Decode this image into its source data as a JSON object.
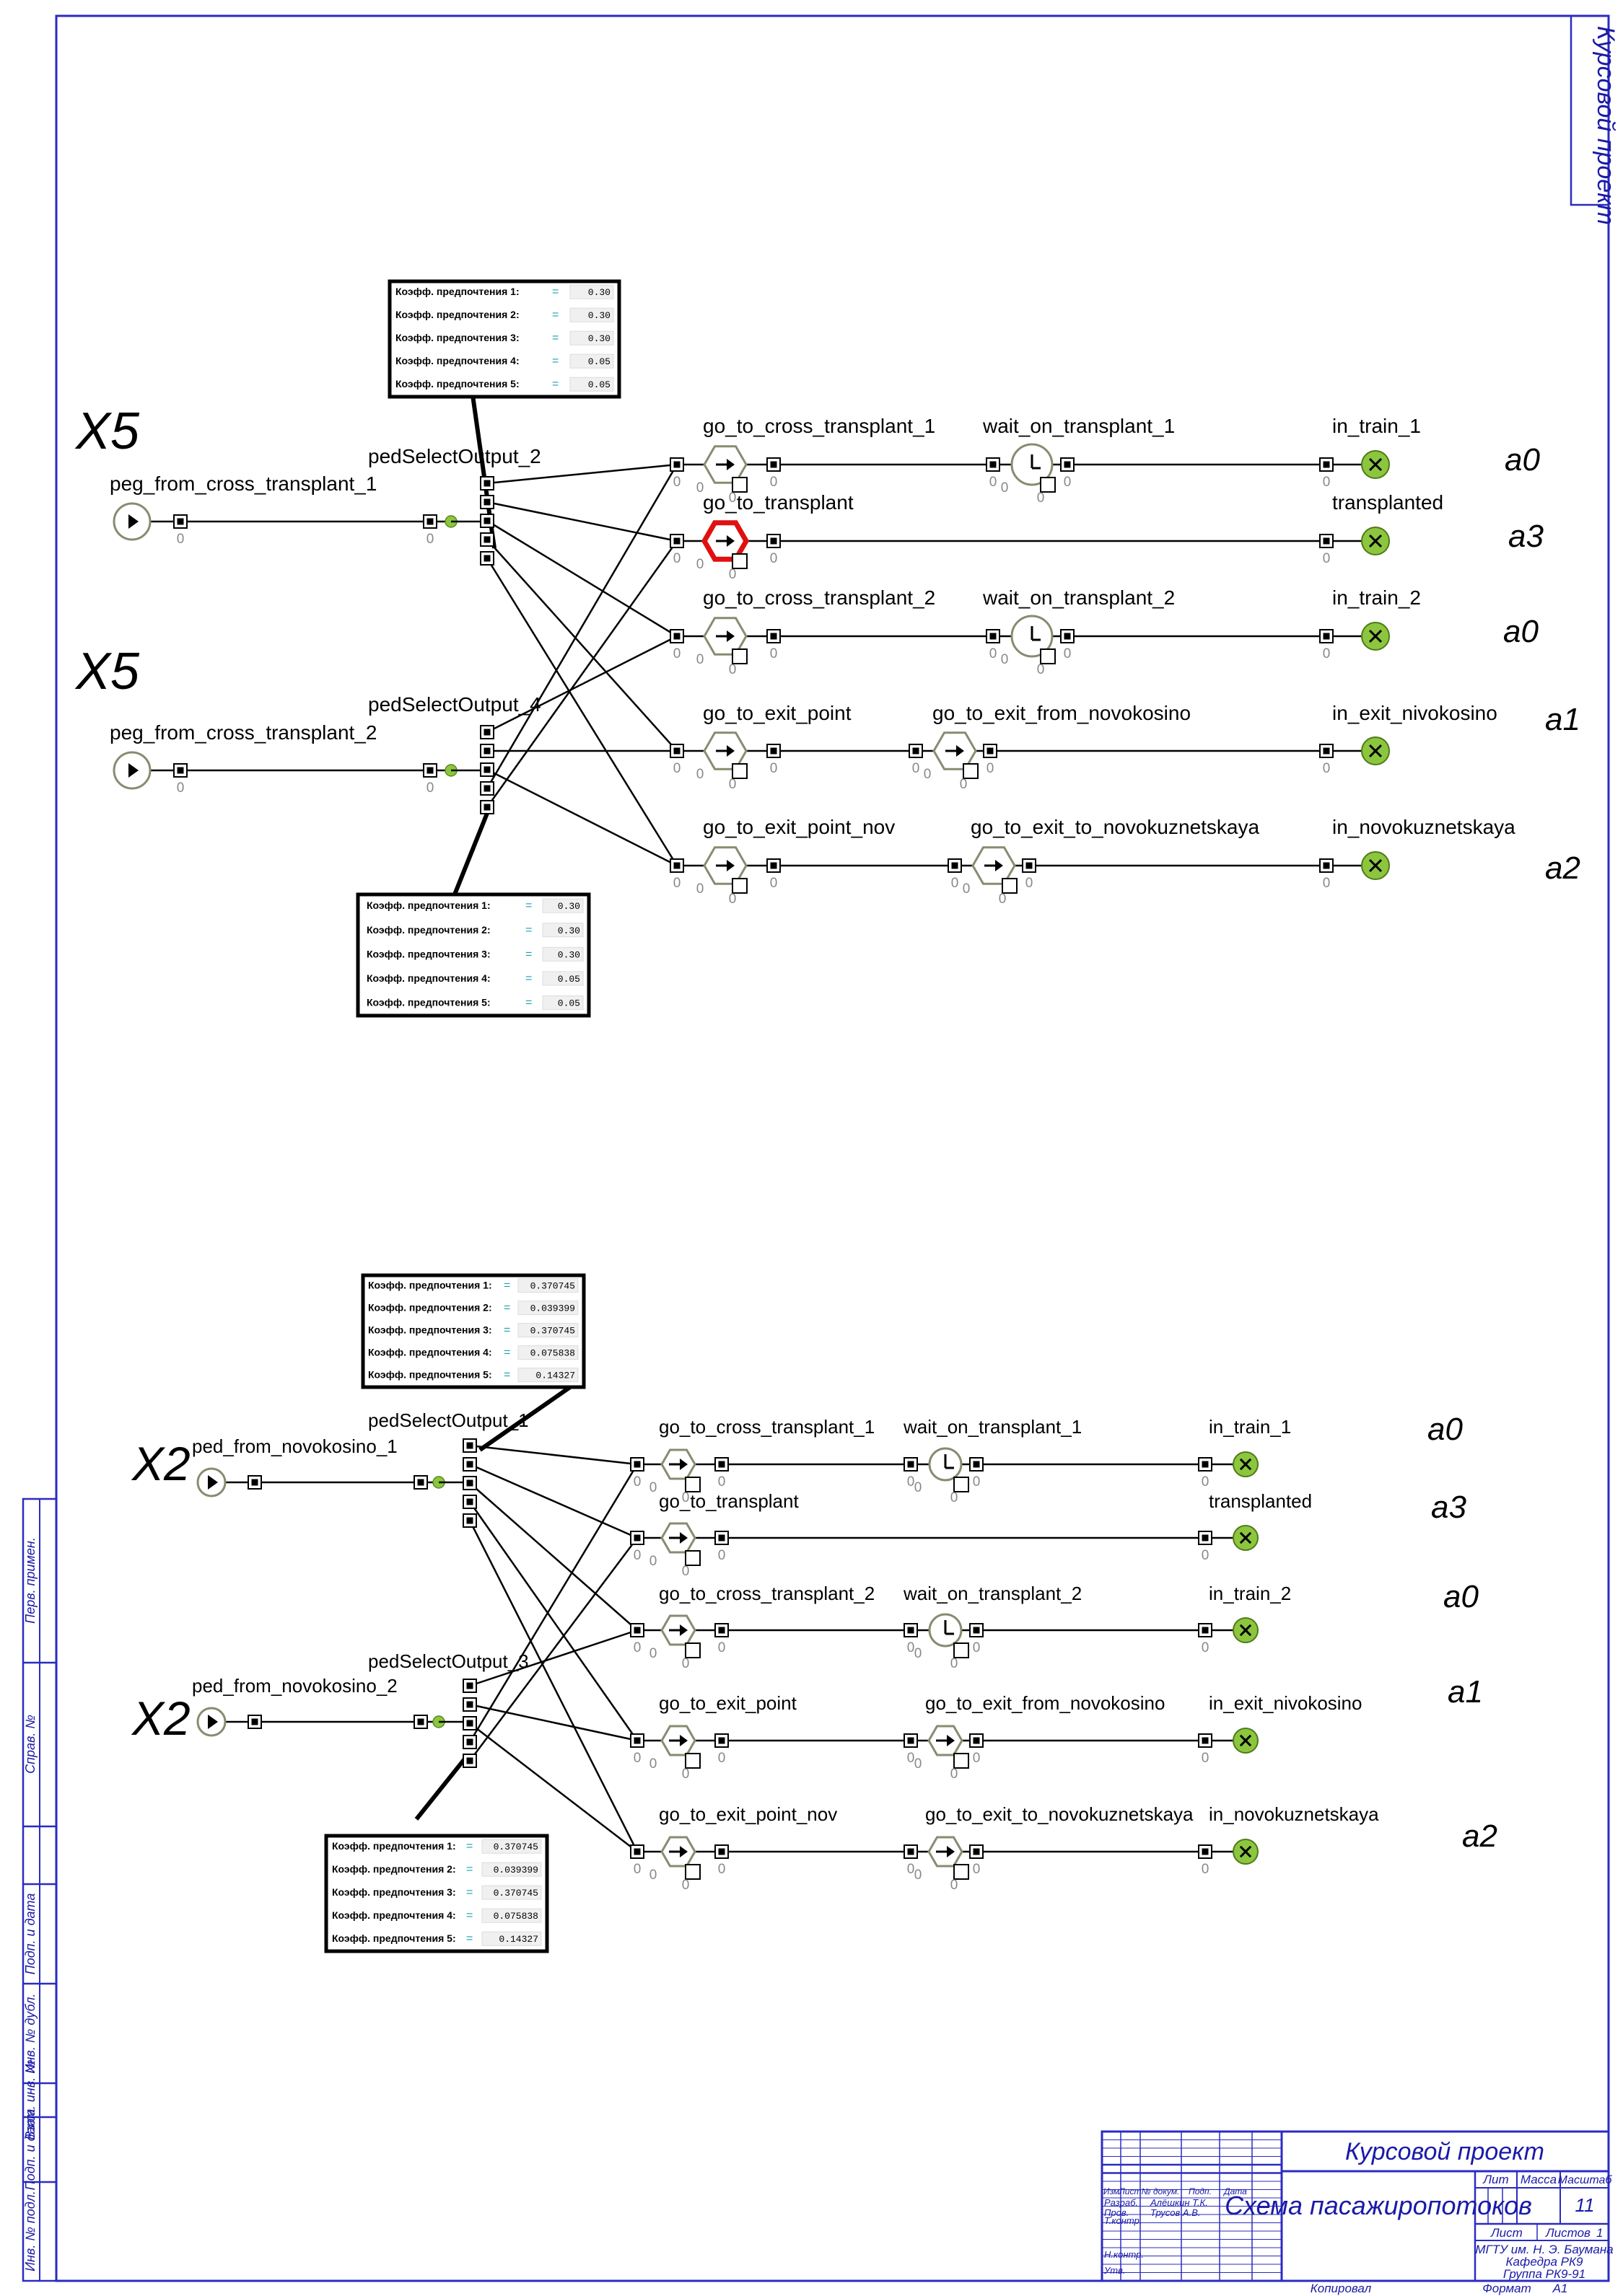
{
  "frame": {
    "stamp_corner": "Курсовой проект",
    "side_fields": [
      "Перв. примен.",
      "Справ. №",
      "Подп. и дата",
      "Инв. № дубл.",
      "Взам. инв. №",
      "Подп. и дата",
      "Инв. № подл."
    ]
  },
  "title_block": {
    "project": "Курсовой проект",
    "drawing_title": "Схема пасажиропотоков",
    "headers": [
      "Изм",
      "Лист",
      "№ докум.",
      "Подп.",
      "Дата"
    ],
    "roles": [
      {
        "role": "Разраб.",
        "name": "Алёшкин Т.К."
      },
      {
        "role": "Пров.",
        "name": "Трусов А.В."
      },
      {
        "role": "Т.контр.",
        "name": ""
      },
      {
        "role": "Н.контр.",
        "name": ""
      },
      {
        "role": "Утв.",
        "name": ""
      }
    ],
    "lit_label": "Лит",
    "mass_label": "Масса",
    "scale_label": "Масштаб",
    "scale_value": "11",
    "sheet_label": "Лист",
    "sheets_label": "Листов",
    "sheets_value": "1",
    "org_lines": [
      "МГТУ им. Н. Э. Баумана",
      "Кафедра РК9",
      "Группа РК9-91"
    ],
    "copied": "Копировал",
    "format_label": "Формат",
    "format_value": "А1"
  },
  "diagrams": [
    {
      "sources": [
        {
          "name": "peg_from_cross_transplant_1",
          "count": "0",
          "mult": "X5"
        },
        {
          "name": "peg_from_cross_transplant_2",
          "count": "0",
          "mult": "X5"
        }
      ],
      "selectors": [
        "pedSelectOutput_2",
        "pedSelectOutput_4"
      ],
      "pref_tables": [
        {
          "rows": [
            {
              "label": "Коэфф. предпочтения 1:",
              "value": "0.30"
            },
            {
              "label": "Коэфф. предпочтения 2:",
              "value": "0.30"
            },
            {
              "label": "Коэфф. предпочтения 3:",
              "value": "0.30"
            },
            {
              "label": "Коэфф. предпочтения 4:",
              "value": "0.05"
            },
            {
              "label": "Коэфф. предпочтения 5:",
              "value": "0.05"
            }
          ]
        },
        {
          "rows": [
            {
              "label": "Коэфф. предпочтения 1:",
              "value": "0.30"
            },
            {
              "label": "Коэфф. предпочтения 2:",
              "value": "0.30"
            },
            {
              "label": "Коэфф. предпочтения 3:",
              "value": "0.30"
            },
            {
              "label": "Коэфф. предпочтения 4:",
              "value": "0.05"
            },
            {
              "label": "Коэфф. предпочтения 5:",
              "value": "0.05"
            }
          ]
        }
      ],
      "rows": [
        {
          "go": "go_to_cross_transplant_1",
          "mid": "wait_on_transplant_1",
          "mid_type": "wait",
          "sink": "in_train_1",
          "hand": "а0",
          "highlight": false
        },
        {
          "go": "go_to_transplant",
          "mid": "",
          "mid_type": "none",
          "sink": "transplanted",
          "hand": "а3",
          "highlight": true
        },
        {
          "go": "go_to_cross_transplant_2",
          "mid": "wait_on_transplant_2",
          "mid_type": "wait",
          "sink": "in_train_2",
          "hand": "а0",
          "highlight": false
        },
        {
          "go": "go_to_exit_point",
          "mid": "go_to_exit_from_novokosino",
          "mid_type": "go",
          "sink": "in_exit_nivokosino",
          "hand": "а1",
          "highlight": false
        },
        {
          "go": "go_to_exit_point_nov",
          "mid": "go_to_exit_to_novokuznetskaya",
          "mid_type": "go",
          "sink": "in_novokuznetskaya",
          "hand": "а2",
          "highlight": false
        }
      ],
      "zero": "0"
    },
    {
      "sources": [
        {
          "name": "ped_from_novokosino_1",
          "count": "",
          "mult": "X2"
        },
        {
          "name": "ped_from_novokosino_2",
          "count": "",
          "mult": "X2"
        }
      ],
      "selectors": [
        "pedSelectOutput_1",
        "pedSelectOutput_3"
      ],
      "pref_tables": [
        {
          "rows": [
            {
              "label": "Коэфф. предпочтения 1:",
              "value": "0.370745"
            },
            {
              "label": "Коэфф. предпочтения 2:",
              "value": "0.039399"
            },
            {
              "label": "Коэфф. предпочтения 3:",
              "value": "0.370745"
            },
            {
              "label": "Коэфф. предпочтения 4:",
              "value": "0.075838"
            },
            {
              "label": "Коэфф. предпочтения 5:",
              "value": "0.14327"
            }
          ]
        },
        {
          "rows": [
            {
              "label": "Коэфф. предпочтения 1:",
              "value": "0.370745"
            },
            {
              "label": "Коэфф. предпочтения 2:",
              "value": "0.039399"
            },
            {
              "label": "Коэфф. предпочтения 3:",
              "value": "0.370745"
            },
            {
              "label": "Коэфф. предпочтения 4:",
              "value": "0.075838"
            },
            {
              "label": "Коэфф. предпочтения 5:",
              "value": "0.14327"
            }
          ]
        }
      ],
      "rows": [
        {
          "go": "go_to_cross_transplant_1",
          "mid": "wait_on_transplant_1",
          "mid_type": "wait",
          "sink": "in_train_1",
          "hand": "а0",
          "highlight": false
        },
        {
          "go": "go_to_transplant",
          "mid": "",
          "mid_type": "none",
          "sink": "transplanted",
          "hand": "а3",
          "highlight": false
        },
        {
          "go": "go_to_cross_transplant_2",
          "mid": "wait_on_transplant_2",
          "mid_type": "wait",
          "sink": "in_train_2",
          "hand": "а0",
          "highlight": false
        },
        {
          "go": "go_to_exit_point",
          "mid": "go_to_exit_from_novokosino",
          "mid_type": "go",
          "sink": "in_exit_nivokosino",
          "hand": "а1",
          "highlight": false
        },
        {
          "go": "go_to_exit_point_nov",
          "mid": "go_to_exit_to_novokuznetskaya",
          "mid_type": "go",
          "sink": "in_novokuznetskaya",
          "hand": "а2",
          "highlight": false
        }
      ],
      "zero": "0"
    }
  ]
}
